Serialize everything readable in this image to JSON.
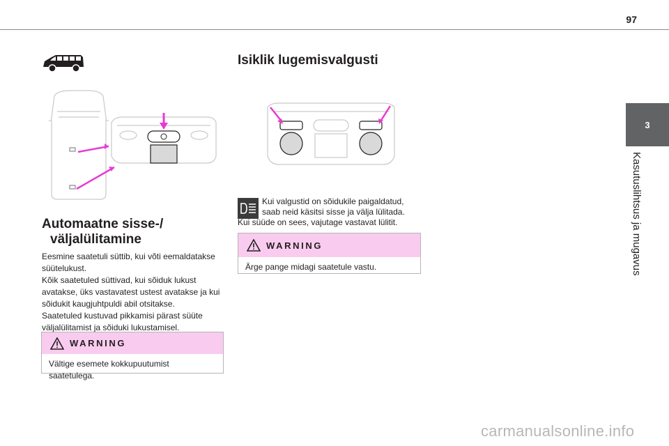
{
  "page": {
    "number": "97"
  },
  "side_tab": {
    "chapter_number": "3",
    "chapter_title": "Kasutuslihtsus ja mugavus"
  },
  "left_section": {
    "title_line1": "Automaatne sisse-/",
    "title_line2": "väljalülitamine",
    "paragraphs": [
      "Eesmine saatetuli süttib, kui võti eemaldatakse süütelukust.",
      "Kõik saatetuled süttivad, kui sõiduk lukust avatakse, üks vastavatest ustest avatakse ja kui sõidukit kaugjuhtpuldi abil otsitakse.",
      "Saatetuled kustuvad pikkamisi pärast süüte väljalülitamist ja sõiduki lukustamisel."
    ],
    "warning": {
      "label": "WARNING",
      "text": "Vältige esemete kokkupuutumist saatetulega."
    }
  },
  "right_section": {
    "title": "Isiklik lugemisvalgusti",
    "info_line1": "Kui valgustid on sõidukile paigaldatud, saab neid käsitsi sisse ja välja lülitada.",
    "info_line2": "Kui süüde on sees, vajutage vastavat lülitit.",
    "warning": {
      "label": "WARNING",
      "text": "Ärge pange midagi saatetule vastu."
    }
  },
  "watermark": {
    "text": "carmanualsonline.info"
  },
  "colors": {
    "warning_header": "#f9ccef",
    "arrow": "#e83ad1",
    "tab": "#616365"
  },
  "icons": {
    "vehicle": "van-icon",
    "warning": "warning-triangle-icon",
    "info": "lamp-info-icon"
  }
}
